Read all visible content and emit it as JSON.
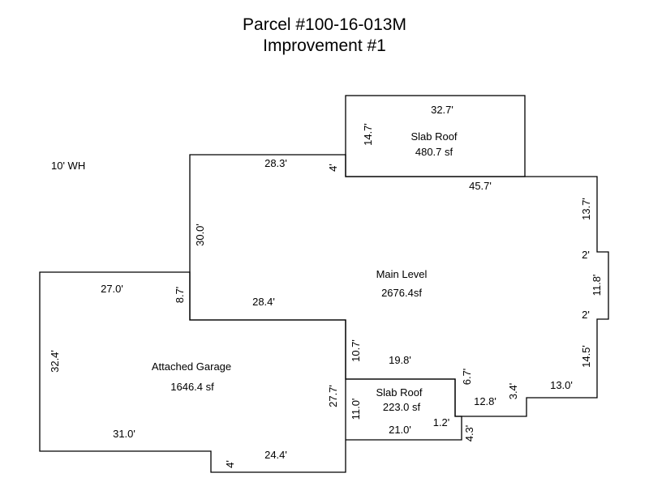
{
  "title": {
    "line1": "Parcel #100-16-013M",
    "line2": "Improvement #1"
  },
  "note": "10' WH",
  "areas": {
    "slab_roof_top": {
      "name": "Slab Roof",
      "area": "480.7 sf"
    },
    "main_level": {
      "name": "Main Level",
      "area": "2676.4sf"
    },
    "attached_garage": {
      "name": "Attached Garage",
      "area": "1646.4 sf"
    },
    "slab_roof_bottom": {
      "name": "Slab Roof",
      "area": "223.0 sf"
    }
  },
  "dimensions": {
    "d32_7": "32.7'",
    "d14_7": "14.7'",
    "d4_top": "4'",
    "d28_3": "28.3'",
    "d45_7": "45.7'",
    "d13_7": "13.7'",
    "d2_a": "2'",
    "d11_8": "11.8'",
    "d2_b": "2'",
    "d14_5": "14.5'",
    "d13_0": "13.0'",
    "d3_4": "3.4'",
    "d12_8": "12.8'",
    "d6_7": "6.7'",
    "d19_8": "19.8'",
    "d10_7": "10.7'",
    "d11_0": "11.0'",
    "d21_0": "21.0'",
    "d1_2": "1.2'",
    "d4_3": "4.3'",
    "d27_7": "27.7'",
    "d24_4": "24.4'",
    "d4_bot": "4'",
    "d31_0": "31.0'",
    "d32_4": "32.4'",
    "d27_0": "27.0'",
    "d8_7": "8.7'",
    "d28_4": "28.4'",
    "d30_0": "30.0'"
  }
}
